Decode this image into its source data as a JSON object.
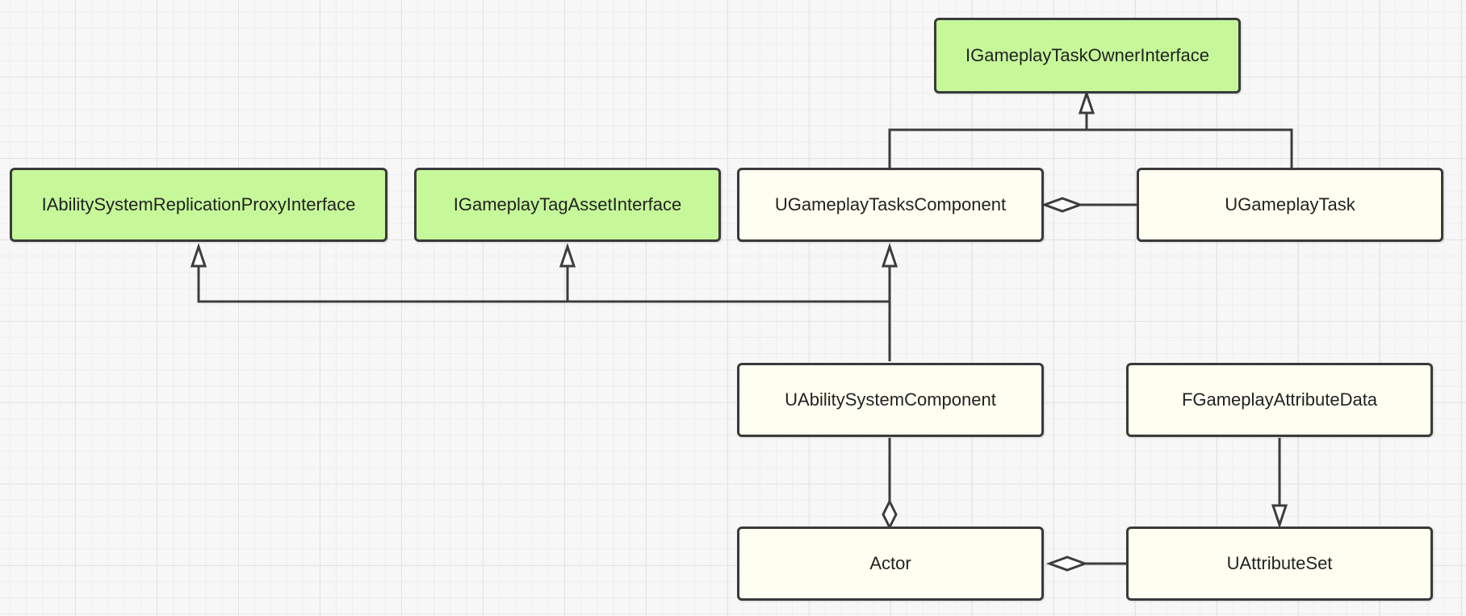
{
  "classes": {
    "owner_interface": "IGameplayTaskOwnerInterface",
    "replication_proxy_interface": "IAbilitySystemReplicationProxyInterface",
    "tag_asset_interface": "IGameplayTagAssetInterface",
    "tasks_component": "UGameplayTasksComponent",
    "gameplay_task": "UGameplayTask",
    "ability_system_component": "UAbilitySystemComponent",
    "attribute_data": "FGameplayAttributeData",
    "actor": "Actor",
    "attribute_set": "UAttributeSet"
  },
  "colors": {
    "interface_fill": "#c6f89a",
    "class_fill": "#fffff1",
    "line": "#3d3d3d"
  }
}
